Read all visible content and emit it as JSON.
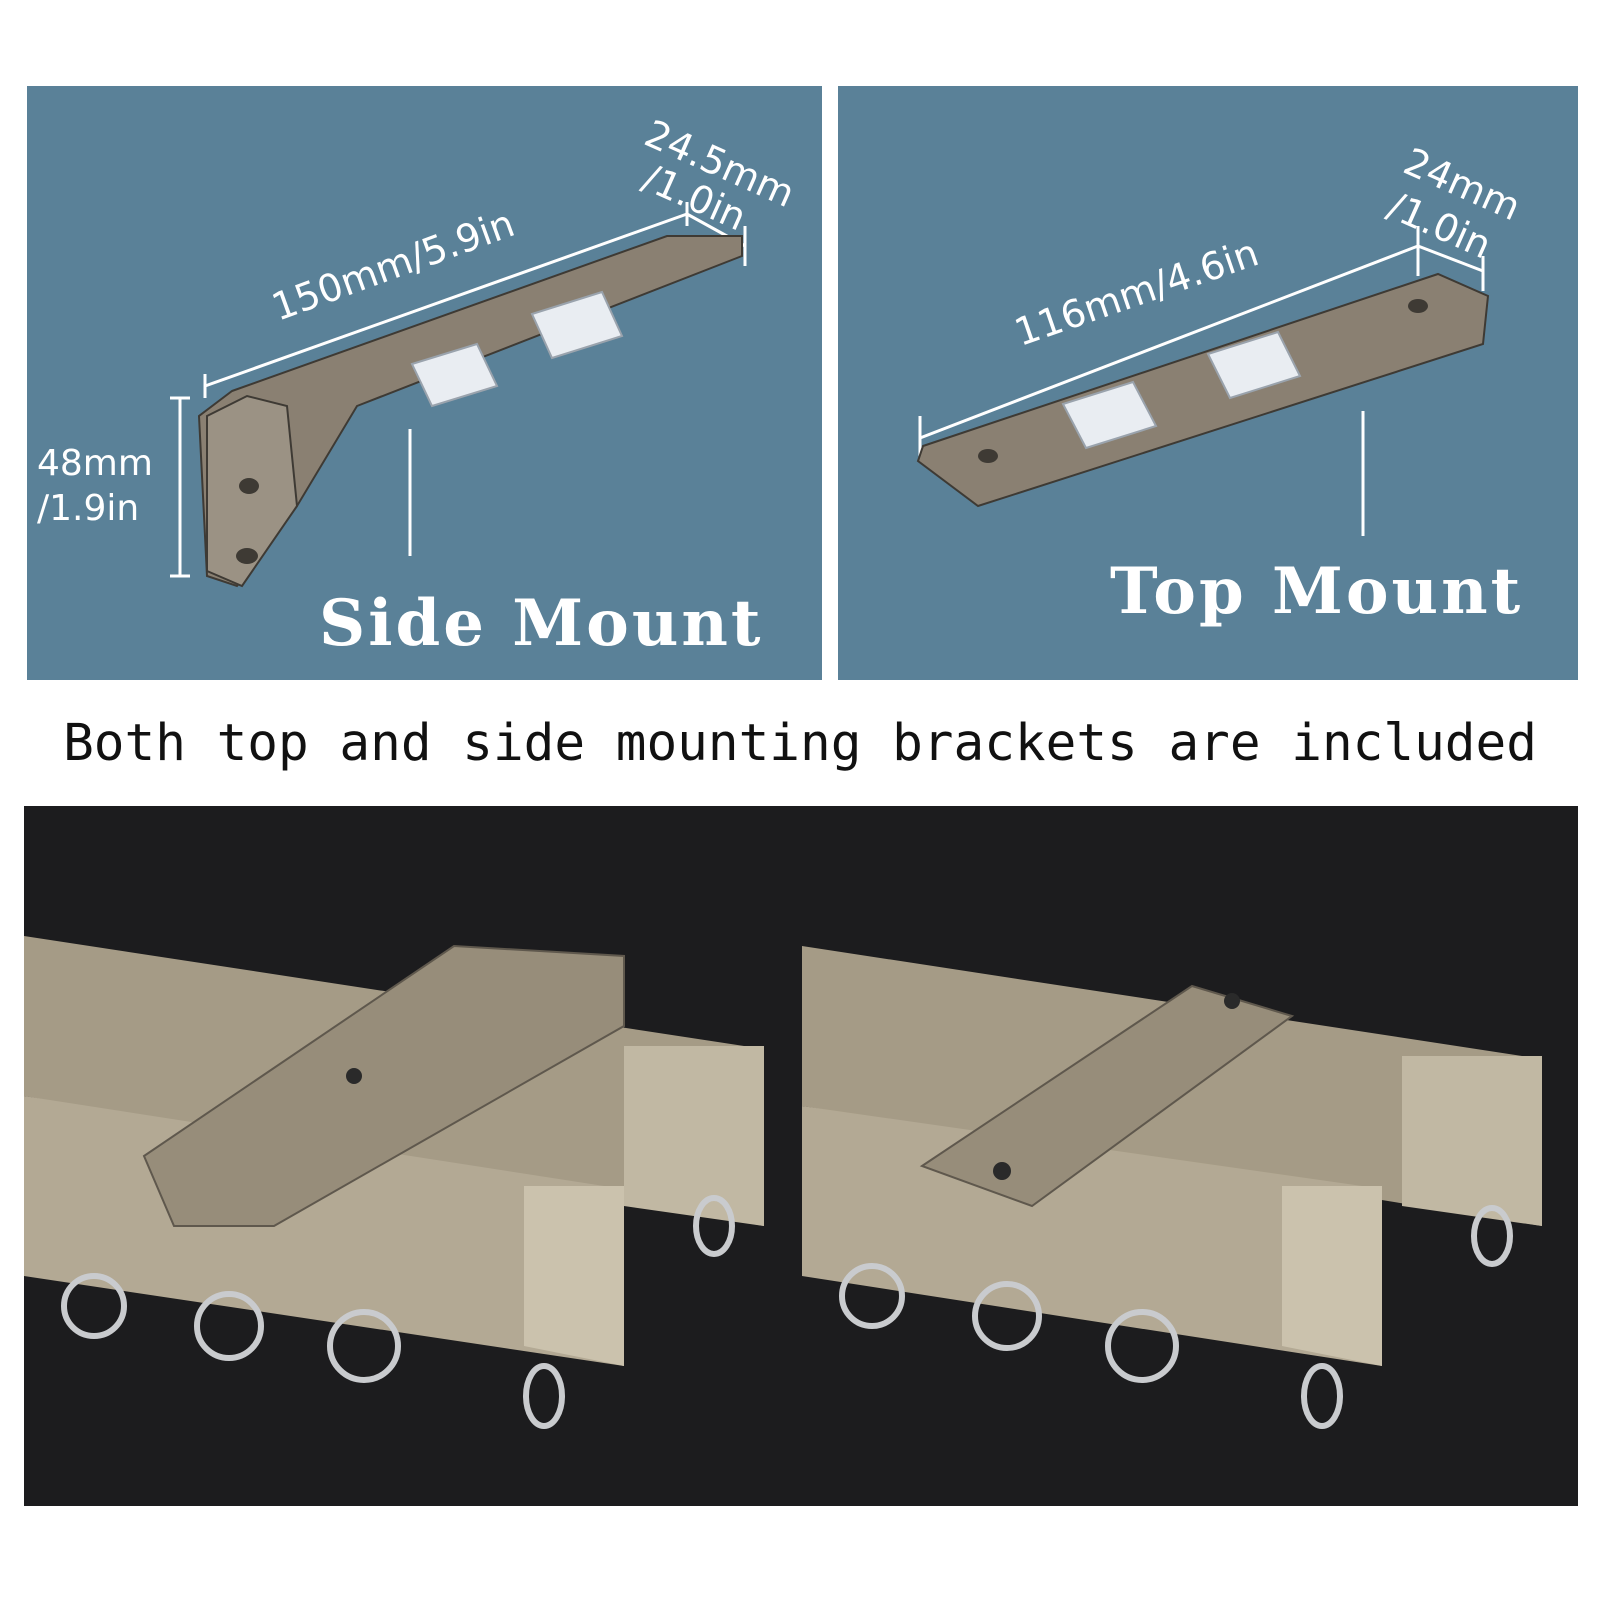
{
  "colors": {
    "panel_blue": "#5a8198",
    "panel_dark": "#1c1c1e",
    "bracket": "#8a8072",
    "rail": "#b3a994",
    "clip": "#e9edf2"
  },
  "side_mount": {
    "label": "Side Mount",
    "length": "150mm/5.9in",
    "depth_line1": "24.5mm",
    "depth_line2": "/1.0in",
    "height_line1": "48mm",
    "height_line2": "/1.9in"
  },
  "top_mount": {
    "label": "Top Mount",
    "length": "116mm/4.6in",
    "depth_line1": "24mm",
    "depth_line2": "/1.0in"
  },
  "caption": "Both top and side mounting brackets are included"
}
